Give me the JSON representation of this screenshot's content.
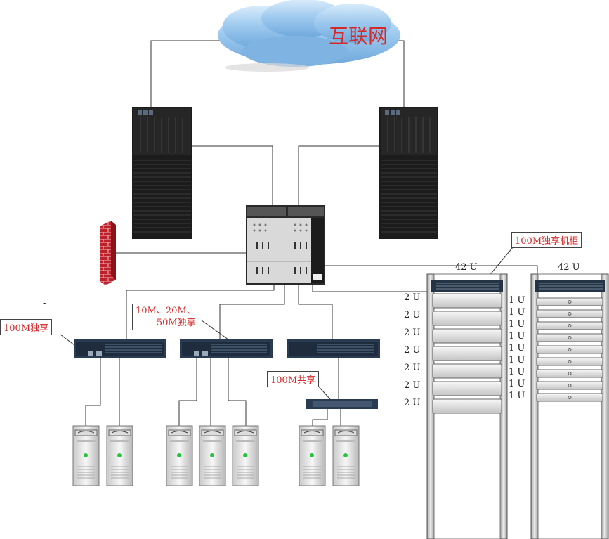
{
  "cloud": {
    "label": "互联网"
  },
  "callouts": {
    "dedicated_100m": "100M独享",
    "dedicated_multi_line1": "10M、20M、",
    "dedicated_multi_line2": "50M独享",
    "shared_100m": "100M共享",
    "dedicated_cabinet": "100M独享机柜"
  },
  "racks": {
    "left": {
      "size": "42 U",
      "units": [
        "2 U",
        "2 U",
        "2 U",
        "2 U",
        "2 U",
        "2 U",
        "2 U"
      ]
    },
    "right": {
      "size": "42 U",
      "units": [
        "1 U",
        "1 U",
        "1 U",
        "1 U",
        "1 U",
        "1 U",
        "1 U",
        "1 U",
        "1 U"
      ]
    }
  },
  "stray_mark": "-",
  "colors": {
    "cloud": "#9cc8ee",
    "link": "#333333",
    "firewall": "#c0202a",
    "label_red": "#d42a2a"
  }
}
